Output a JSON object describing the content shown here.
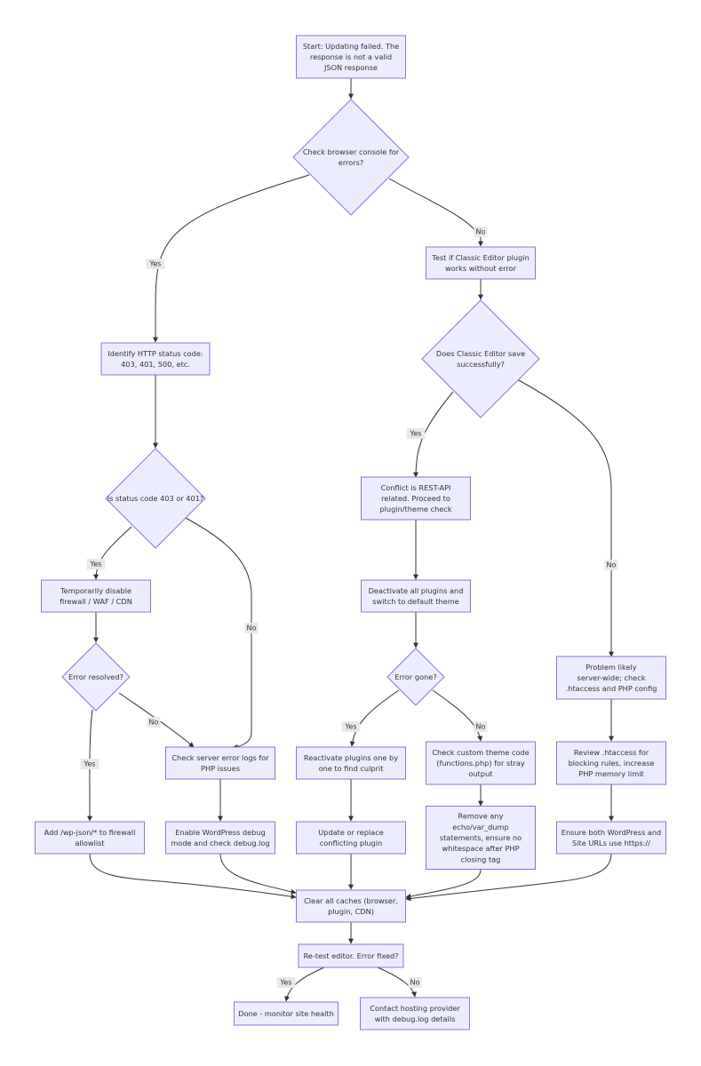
{
  "diagram": {
    "nodes": [
      {
        "id": "start",
        "shape": "rect",
        "lines": [
          "Start: Updating failed. The",
          "response is not a valid",
          "JSON response"
        ]
      },
      {
        "id": "console",
        "shape": "diamond",
        "lines": [
          "Check browser console for",
          "errors?"
        ]
      },
      {
        "id": "classic",
        "shape": "rect",
        "lines": [
          "Test if Classic Editor plugin",
          "works without error"
        ]
      },
      {
        "id": "http",
        "shape": "rect",
        "lines": [
          "Identify HTTP status code:",
          "403, 401, 500, etc."
        ]
      },
      {
        "id": "classic_ok",
        "shape": "diamond",
        "lines": [
          "Does Classic Editor save",
          "successfully?"
        ]
      },
      {
        "id": "status",
        "shape": "diamond",
        "lines": [
          "Is status code 403 or 401?"
        ]
      },
      {
        "id": "rest",
        "shape": "rect",
        "lines": [
          "Conflict is REST-API",
          "related. Proceed to",
          "plugin/theme check"
        ]
      },
      {
        "id": "firewall",
        "shape": "rect",
        "lines": [
          "Temporarily disable",
          "firewall / WAF / CDN"
        ]
      },
      {
        "id": "deactivate",
        "shape": "rect",
        "lines": [
          "Deactivate all plugins and",
          "switch to default theme"
        ]
      },
      {
        "id": "server",
        "shape": "rect",
        "lines": [
          "Problem likely",
          "server-wide; check",
          ".htaccess and PHP config"
        ]
      },
      {
        "id": "resolved",
        "shape": "diamond",
        "lines": [
          "Error resolved?"
        ]
      },
      {
        "id": "gone",
        "shape": "diamond",
        "lines": [
          "Error gone?"
        ]
      },
      {
        "id": "logs",
        "shape": "rect",
        "lines": [
          "Check server error logs for",
          "PHP issues"
        ]
      },
      {
        "id": "reactivate",
        "shape": "rect",
        "lines": [
          "Reactivate plugins one by",
          "one to find culprit"
        ]
      },
      {
        "id": "theme",
        "shape": "rect",
        "lines": [
          "Check custom theme code",
          "(functions.php) for stray",
          "output"
        ]
      },
      {
        "id": "htaccess",
        "shape": "rect",
        "lines": [
          "Review .htaccess for",
          "blocking rules, increase",
          "PHP memory limit"
        ]
      },
      {
        "id": "remove",
        "shape": "rect",
        "lines": [
          "Remove any",
          "echo/var_dump",
          "statements, ensure no",
          "whitespace after PHP",
          "closing tag"
        ]
      },
      {
        "id": "allowlist",
        "shape": "rect",
        "lines": [
          "Add /wp-json/* to firewall",
          "allowlist"
        ]
      },
      {
        "id": "debug",
        "shape": "rect",
        "lines": [
          "Enable WordPress debug",
          "mode and check debug.log"
        ]
      },
      {
        "id": "update",
        "shape": "rect",
        "lines": [
          "Update or replace",
          "conflicting plugin"
        ]
      },
      {
        "id": "https",
        "shape": "rect",
        "lines": [
          "Ensure both WordPress and",
          "Site URLs use https://"
        ]
      },
      {
        "id": "caches",
        "shape": "rect",
        "lines": [
          "Clear all caches (browser,",
          "plugin, CDN)"
        ]
      },
      {
        "id": "retest",
        "shape": "rect",
        "lines": [
          "Re-test editor. Error fixed?"
        ]
      },
      {
        "id": "done",
        "shape": "rect",
        "lines": [
          "Done - monitor site health"
        ]
      },
      {
        "id": "contact",
        "shape": "rect",
        "lines": [
          "Contact hosting provider",
          "with debug.log details"
        ]
      }
    ],
    "edges": [
      {
        "from": "start",
        "to": "console",
        "label": ""
      },
      {
        "from": "console",
        "to": "http",
        "label": "Yes"
      },
      {
        "from": "console",
        "to": "classic",
        "label": "No"
      },
      {
        "from": "http",
        "to": "status",
        "label": ""
      },
      {
        "from": "status",
        "to": "firewall",
        "label": "Yes"
      },
      {
        "from": "status",
        "to": "logs",
        "label": "No"
      },
      {
        "from": "firewall",
        "to": "resolved",
        "label": ""
      },
      {
        "from": "resolved",
        "to": "allowlist",
        "label": "Yes"
      },
      {
        "from": "resolved",
        "to": "logs",
        "label": "No"
      },
      {
        "from": "logs",
        "to": "debug",
        "label": ""
      },
      {
        "from": "classic",
        "to": "classic_ok",
        "label": ""
      },
      {
        "from": "classic_ok",
        "to": "rest",
        "label": "Yes"
      },
      {
        "from": "classic_ok",
        "to": "server",
        "label": "No"
      },
      {
        "from": "rest",
        "to": "deactivate",
        "label": ""
      },
      {
        "from": "deactivate",
        "to": "gone",
        "label": ""
      },
      {
        "from": "gone",
        "to": "reactivate",
        "label": "Yes"
      },
      {
        "from": "gone",
        "to": "theme",
        "label": "No"
      },
      {
        "from": "reactivate",
        "to": "update",
        "label": ""
      },
      {
        "from": "theme",
        "to": "remove",
        "label": ""
      },
      {
        "from": "server",
        "to": "htaccess",
        "label": ""
      },
      {
        "from": "htaccess",
        "to": "https",
        "label": ""
      },
      {
        "from": "allowlist",
        "to": "caches",
        "label": ""
      },
      {
        "from": "debug",
        "to": "caches",
        "label": ""
      },
      {
        "from": "update",
        "to": "caches",
        "label": ""
      },
      {
        "from": "remove",
        "to": "caches",
        "label": ""
      },
      {
        "from": "https",
        "to": "caches",
        "label": ""
      },
      {
        "from": "caches",
        "to": "retest",
        "label": ""
      },
      {
        "from": "retest",
        "to": "done",
        "label": "Yes"
      },
      {
        "from": "retest",
        "to": "contact",
        "label": "No"
      }
    ]
  }
}
